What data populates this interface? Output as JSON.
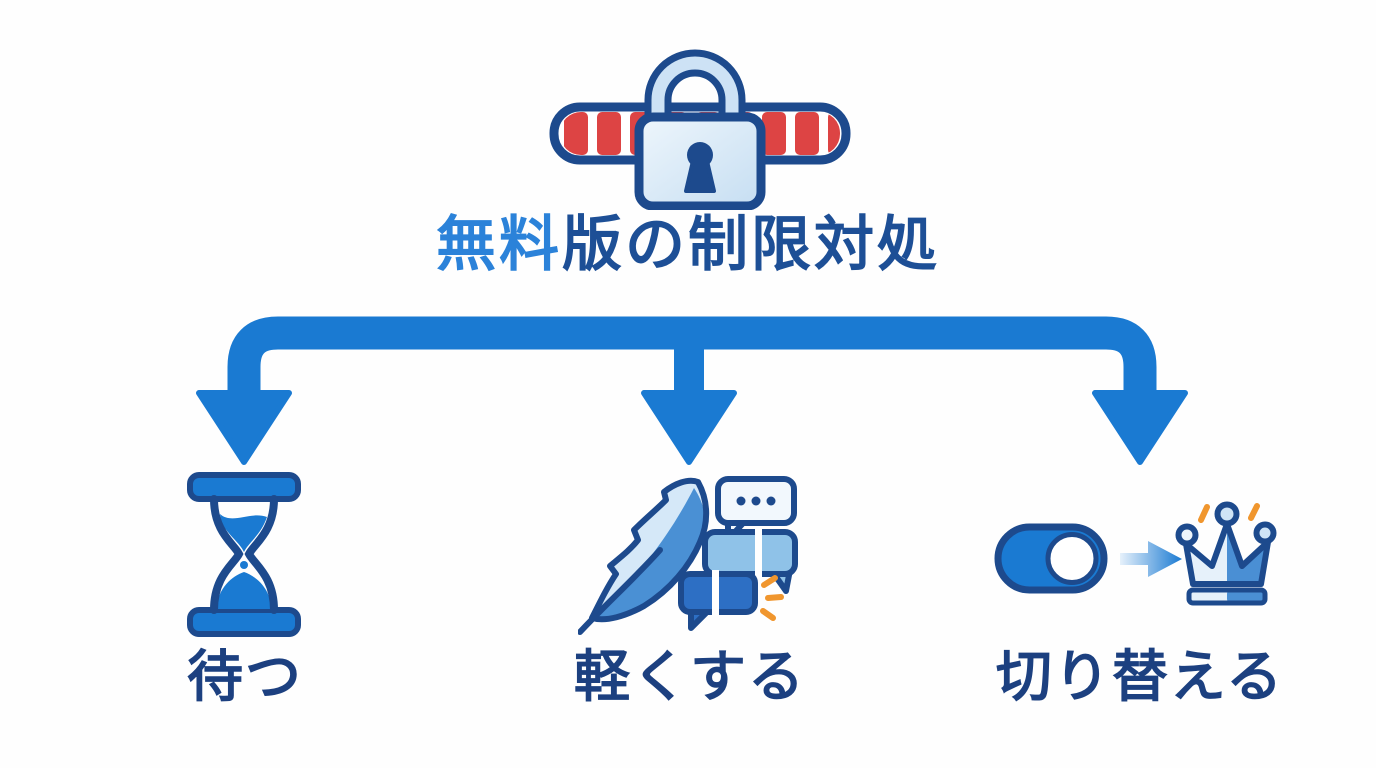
{
  "header": {
    "icon": "lock-over-progress-bar",
    "title": {
      "highlight": "無料",
      "rest": "版の制限対処"
    }
  },
  "connector": {
    "shape": "three-way-branch-arrow",
    "color": "#1a7ad2"
  },
  "branches": [
    {
      "id": "wait",
      "label": "待つ",
      "icon": "hourglass-icon"
    },
    {
      "id": "lighten",
      "label": "軽くする",
      "icon": "feather-chat-bubbles-icon"
    },
    {
      "id": "switch",
      "label": "切り替える",
      "icon": "toggle-arrow-crown-icon"
    }
  ],
  "colors": {
    "accent_blue": "#1a7ad2",
    "title_highlight_blue": "#2b82d9",
    "title_dark_blue": "#1d4f96",
    "label_navy": "#1c4080",
    "outline_navy": "#1d4a8d",
    "limit_bar_red": "#dd4444",
    "emphasis_orange": "#f0962e",
    "light_fill": "#d8eaf8",
    "background": "#fefefe"
  }
}
